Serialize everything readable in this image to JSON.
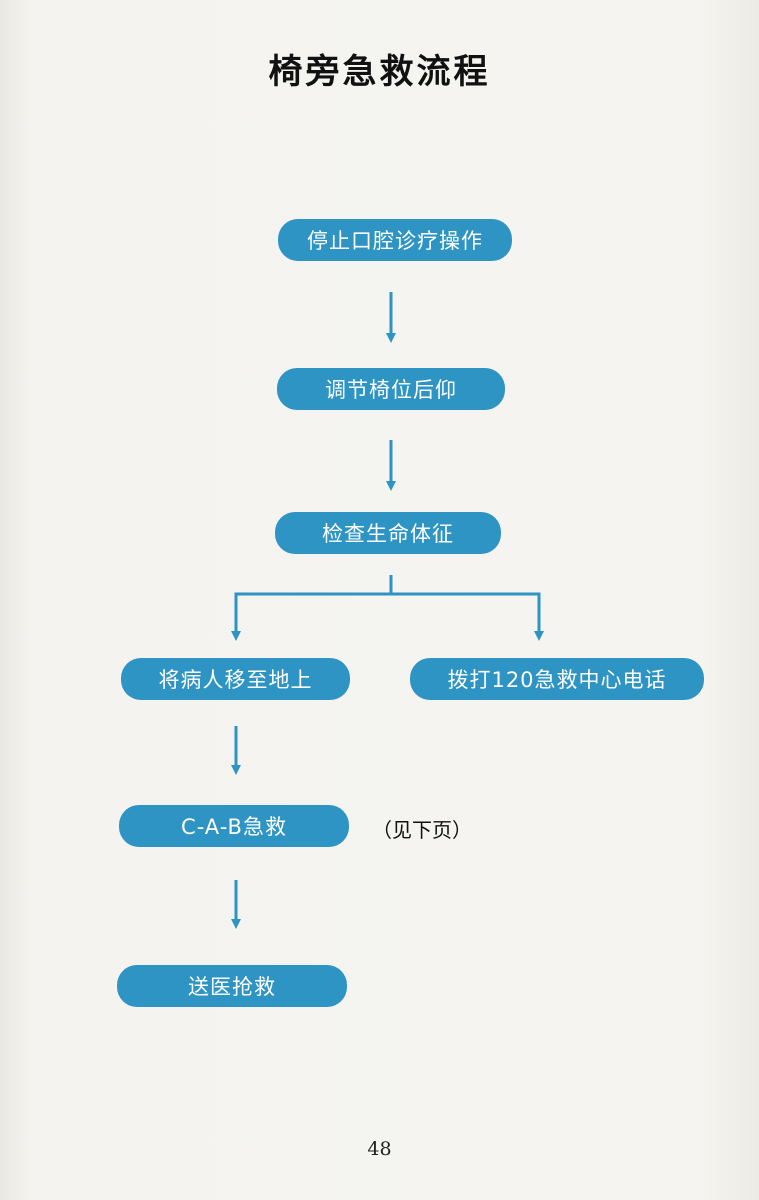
{
  "title": "椅旁急救流程",
  "steps": [
    {
      "label": "停止口腔诊疗操作"
    },
    {
      "label": "调节椅位后仰"
    },
    {
      "label": "检查生命体征"
    },
    {
      "label": "将病人移至地上"
    },
    {
      "label": "拨打120急救中心电话"
    },
    {
      "label": "C-A-B急救"
    },
    {
      "label": "送医抢救"
    }
  ],
  "note": "（见下页）",
  "page_number": "48",
  "colors": {
    "box_fill": "#2e94c4",
    "arrow": "#2e94c4",
    "text_on_box": "#ffffff"
  }
}
